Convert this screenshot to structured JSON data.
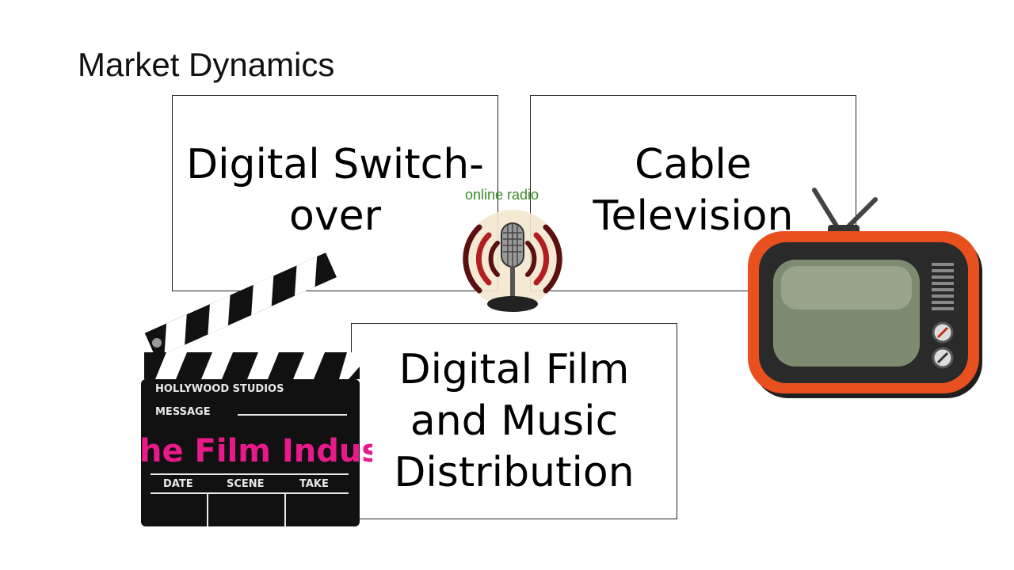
{
  "slide": {
    "title": "Market Dynamics",
    "boxes": [
      {
        "text": "Digital Switch-\nover"
      },
      {
        "text": "Cable\nTelevision"
      },
      {
        "text": "Digital Film\nand Music\nDistribution"
      }
    ]
  },
  "images": {
    "radio_label": "online radio",
    "clapper": {
      "studio": "HOLLYWOOD STUDIOS",
      "message": "MESSAGE",
      "headline": "he Film Indust",
      "date": "DATE",
      "scene": "SCENE",
      "take": "TAKE"
    }
  },
  "colors": {
    "tv_body": "#e8501e",
    "radio_green": "#3a8a2a",
    "clapper_pink": "#e8198a"
  }
}
